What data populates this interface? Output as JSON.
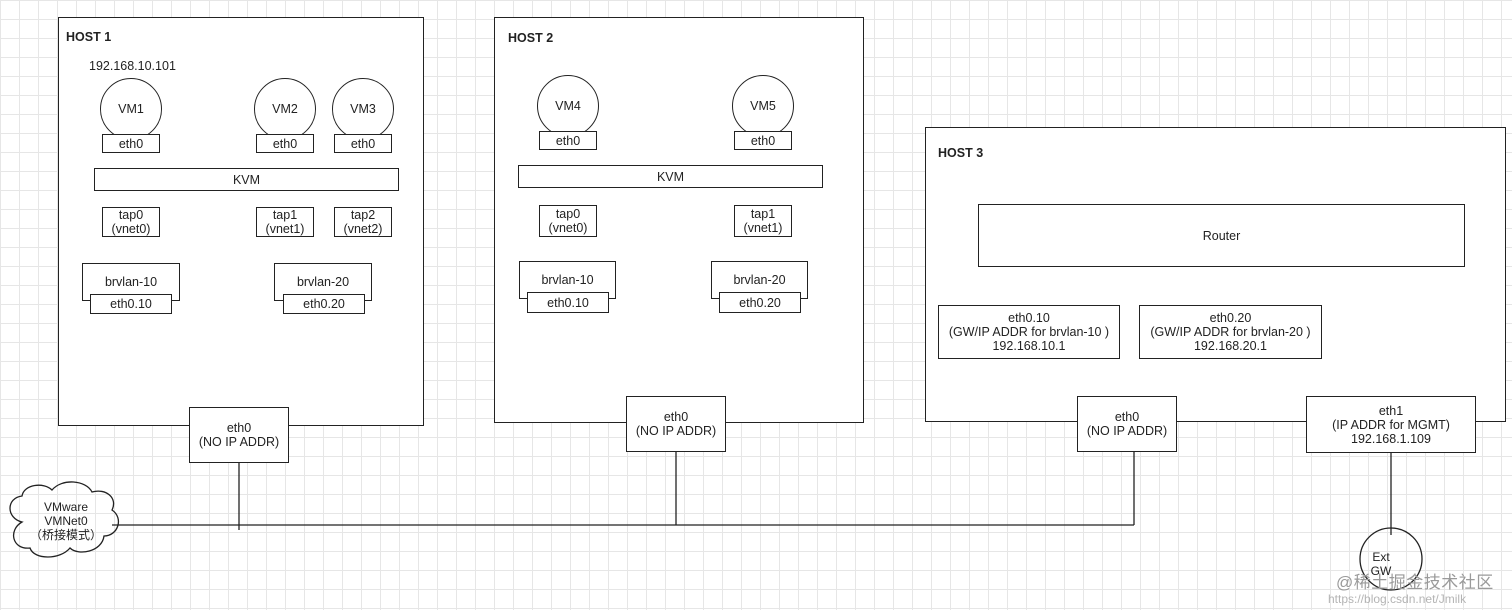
{
  "hosts": [
    {
      "title": "HOST 1",
      "ip_label": "192.168.10.101",
      "vms": [
        "VM1",
        "VM2",
        "VM3"
      ],
      "vm_nics": [
        "eth0",
        "eth0",
        "eth0"
      ],
      "kvm": "KVM",
      "taps": [
        "tap0\n(vnet0)",
        "tap1\n(vnet1)",
        "tap2\n(vnet2)"
      ],
      "bridges": [
        "brvlan-10",
        "brvlan-20"
      ],
      "subifs": [
        "eth0.10",
        "eth0.20"
      ],
      "uplink": "eth0\n(NO IP ADDR)"
    },
    {
      "title": "HOST 2",
      "vms": [
        "VM4",
        "VM5"
      ],
      "vm_nics": [
        "eth0",
        "eth0"
      ],
      "kvm": "KVM",
      "taps": [
        "tap0\n(vnet0)",
        "tap1\n(vnet1)"
      ],
      "bridges": [
        "brvlan-10",
        "brvlan-20"
      ],
      "subifs": [
        "eth0.10",
        "eth0.20"
      ],
      "uplink": "eth0\n(NO IP ADDR)"
    },
    {
      "title": "HOST 3",
      "router": "Router",
      "subifs": [
        "eth0.10\n(GW/IP ADDR for brvlan-10 )\n192.168.10.1",
        "eth0.20\n(GW/IP ADDR for brvlan-20 )\n192.168.20.1"
      ],
      "uplink": "eth0\n(NO IP ADDR)",
      "mgmt": "eth1\n(IP ADDR for MGMT)\n192.168.1.109"
    }
  ],
  "cloud": "VMware\nVMNet0\n（桥接模式）",
  "ext_gw": "Ext\nGW",
  "watermark": "@稀土掘金技术社区",
  "watermark_url": "https://blog.csdn.net/Jmilk",
  "colors": {
    "line": "#222222",
    "grid": "#e6e6e6",
    "background": "#ffffff"
  }
}
